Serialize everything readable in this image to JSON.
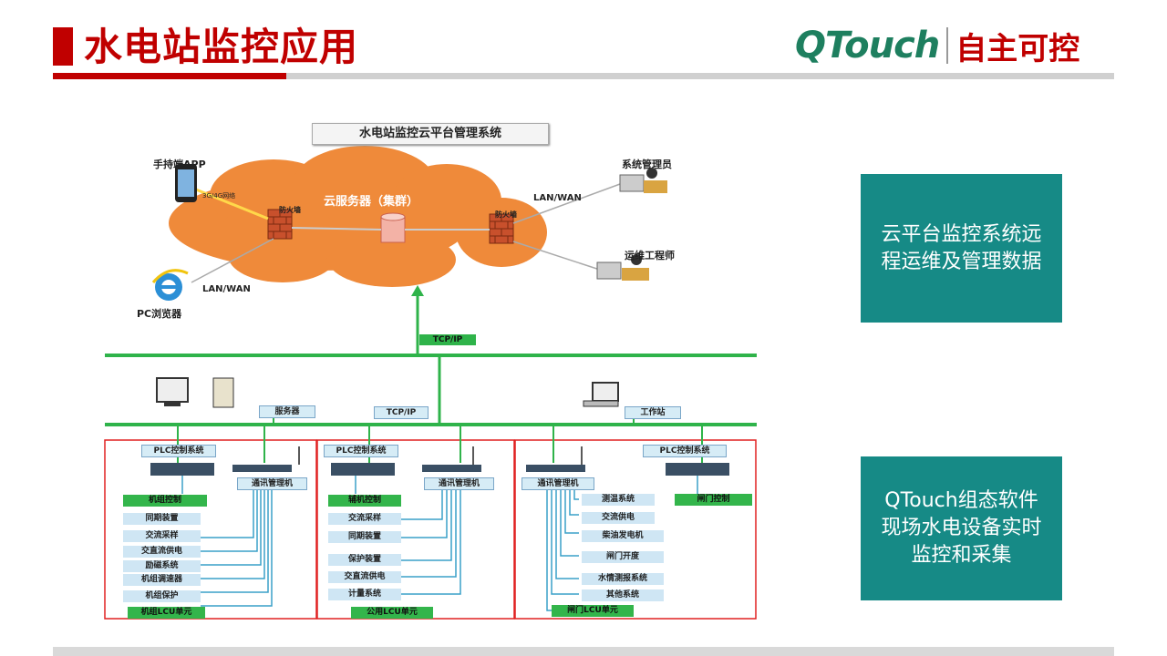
{
  "header": {
    "title": "水电站监控应用",
    "logo_latin": "QTouch",
    "logo_cn": "自主可控"
  },
  "diagram": {
    "system_title": "水电站监控云平台管理系统",
    "cloud_label": "云服务器（集群）",
    "firewall_left": "防火墙",
    "firewall_right": "防火墙",
    "mobile_app": "手持端APP",
    "mobile_link": "3G/4G网络",
    "pc_browser": "PC浏览器",
    "lan_wan_left": "LAN/WAN",
    "lan_wan_right": "LAN/WAN",
    "sys_admin": "系统管理员",
    "ops_engineer": "运维工程师",
    "tcpip_top": "TCP/IP",
    "tcpip_mid": "TCP/IP",
    "server_label": "服务器",
    "workstation_label": "工作站",
    "unit1": {
      "plc": "PLC控制系统",
      "comm": "通讯管理机",
      "control": "机组控制",
      "items": [
        "同期装置",
        "交流采样",
        "交直流供电",
        "励磁系统",
        "机组调速器",
        "机组保护"
      ],
      "footer": "机组LCU单元"
    },
    "unit2": {
      "plc": "PLC控制系统",
      "comm": "通讯管理机",
      "control": "辅机控制",
      "items": [
        "交流采样",
        "同期装置",
        "保护装置",
        "交直流供电",
        "计量系统"
      ],
      "footer": "公用LCU单元"
    },
    "unit3": {
      "comm": "通讯管理机",
      "plc": "PLC控制系统",
      "control": "闸门控制",
      "items": [
        "测温系统",
        "交流供电",
        "柴油发电机",
        "闸门开度",
        "水情测报系统",
        "其他系统"
      ],
      "footer": "闸门LCU单元"
    }
  },
  "boxes": {
    "cloud_desc": "云平台监控系统远程运维及管理数据",
    "field_desc": "QTouch组态软件现场水电设备实时监控和采集"
  },
  "colors": {
    "brand_red": "#c00000",
    "teal": "#168a86",
    "bus_green": "#2fb34a",
    "cloud_orange": "#ef8a3a"
  }
}
